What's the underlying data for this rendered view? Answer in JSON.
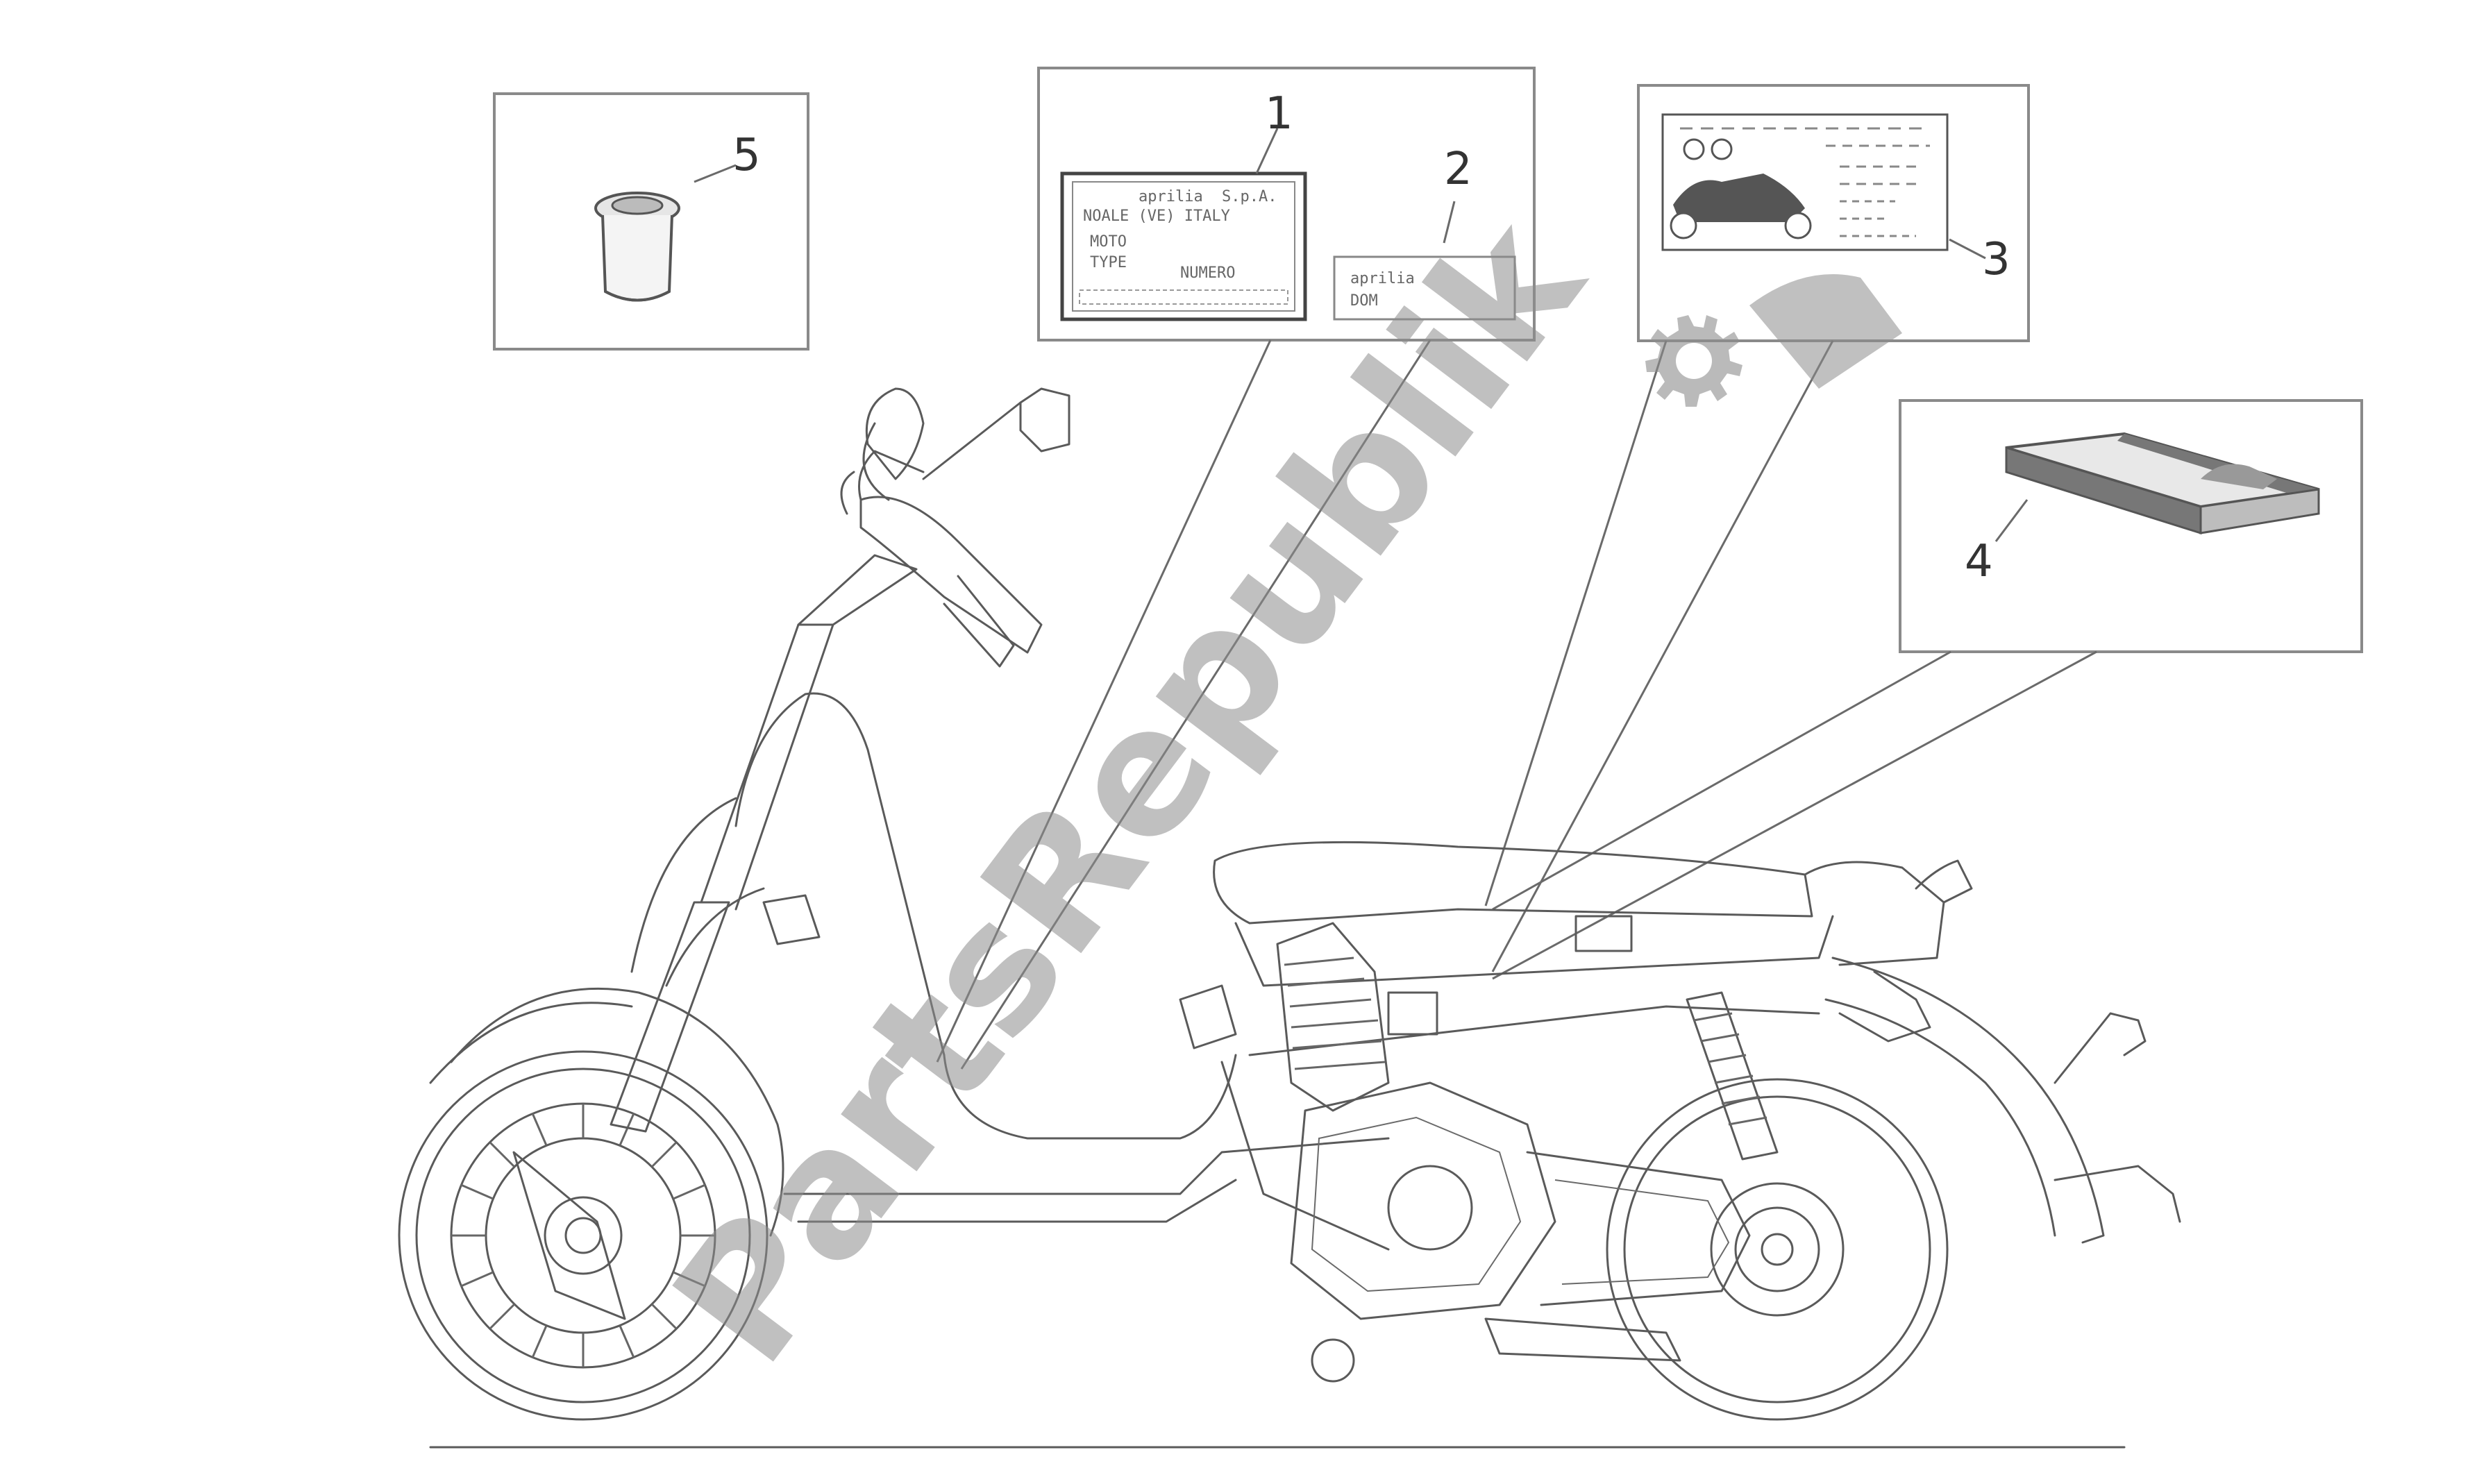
{
  "callouts": [
    "1",
    "2",
    "3",
    "4",
    "5"
  ],
  "label_1": {
    "brand": "aprilia",
    "code": "S.p.A.",
    "line": "NOALE (VE) ITALY",
    "field_model": "MOTO",
    "field_type": "TYPE",
    "field_serial": "NUMERO"
  },
  "label_2": {
    "brand": "aprilia",
    "field": "DOM"
  },
  "watermark": "PartsRepublik",
  "colors": {
    "line": "#5a5a5a",
    "box_border": "#8a8a8a",
    "watermark": "#8c8c8c"
  },
  "icons": [
    "gear-icon",
    "bushing-icon",
    "manual-book-icon",
    "scooter-icon"
  ]
}
